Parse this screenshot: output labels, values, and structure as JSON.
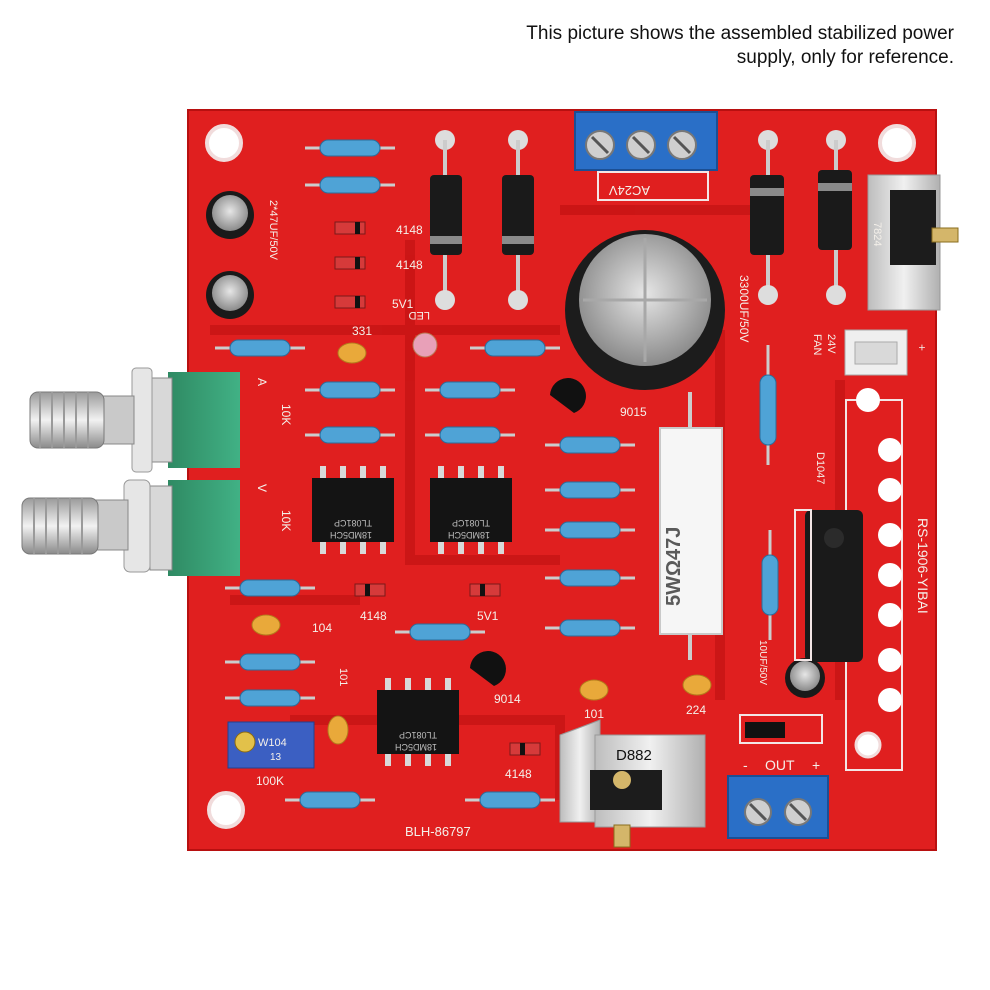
{
  "caption": {
    "line1": "This picture shows the assembled stabilized power",
    "line2": "supply, only for reference."
  },
  "board": {
    "pcb_color": "#e01f1f",
    "model": "BLH-86797",
    "board_id": "RS-1906-YIBAI",
    "labels": {
      "ac_input": "AC24V",
      "main_cap": "3300UF/50V",
      "small_caps": "2*47UF/50V",
      "diode_4148_a": "4148",
      "diode_4148_b": "4148",
      "zener_a": "5V1",
      "cap_331": "331",
      "led": "LED",
      "transistor_9015": "9015",
      "regulator": "7824",
      "fan": "FAN",
      "fan_voltage": "24V",
      "diode_d1047": "D1047",
      "resistor_power": "5WΩ47J",
      "pot_a": "A",
      "pot_a_value": "10K",
      "pot_v": "V",
      "pot_v_value": "10K",
      "diode_4148_c": "4148",
      "zener_b": "5V1",
      "cap_104": "104",
      "cap_101_a": "101",
      "cap_101_b": "101",
      "cap_224": "224",
      "transistor_9014": "9014",
      "cap_10uf": "10UF/50V",
      "trimmer_marking": "W104",
      "trimmer_code": "13",
      "trimmer_value": "100K",
      "transistor_d882": "D882",
      "diode_4148_d": "4148",
      "output": "OUT",
      "out_minus": "-",
      "out_plus": "+",
      "fan_plus": "+",
      "ic_marking": "TL081CP",
      "ic_code": "18MD5CH"
    }
  }
}
